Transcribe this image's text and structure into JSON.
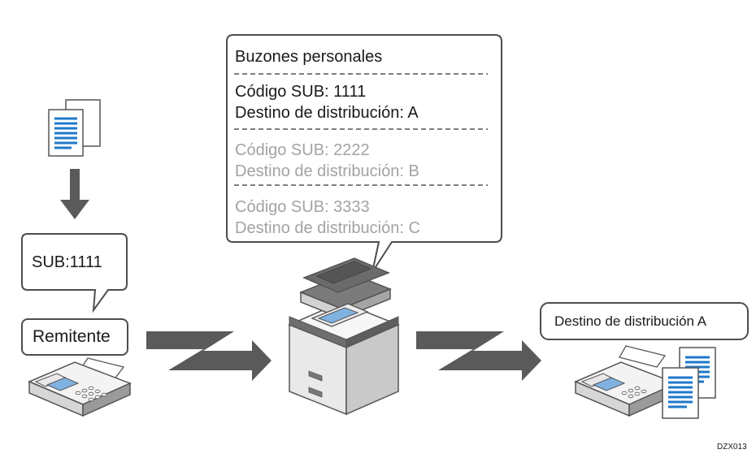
{
  "mailbox_panel": {
    "title": "Buzones personales",
    "boxes": [
      {
        "sub_code": "Código SUB: 1111",
        "destination": "Destino de distribución: A",
        "active": true
      },
      {
        "sub_code": "Código SUB: 2222",
        "destination": "Destino de distribución: B",
        "active": false
      },
      {
        "sub_code": "Código SUB: 3333",
        "destination": "Destino de distribución: C",
        "active": false
      }
    ]
  },
  "sender": {
    "sub_label": "SUB:1111",
    "label": "Remitente"
  },
  "receiver": {
    "label": "Destino de distribución A"
  },
  "figure_code": "DZX013",
  "colors": {
    "outline": "#4d4d4d",
    "arrow": "#5a5a5a",
    "doc_lines": "#1f78c8",
    "inactive_text": "#a3a3a3",
    "screen": "#7fb2e0"
  },
  "icons": [
    "document-icon",
    "down-arrow-icon",
    "fax-machine-icon",
    "multifunction-printer-icon",
    "transmission-arrow-icon"
  ]
}
